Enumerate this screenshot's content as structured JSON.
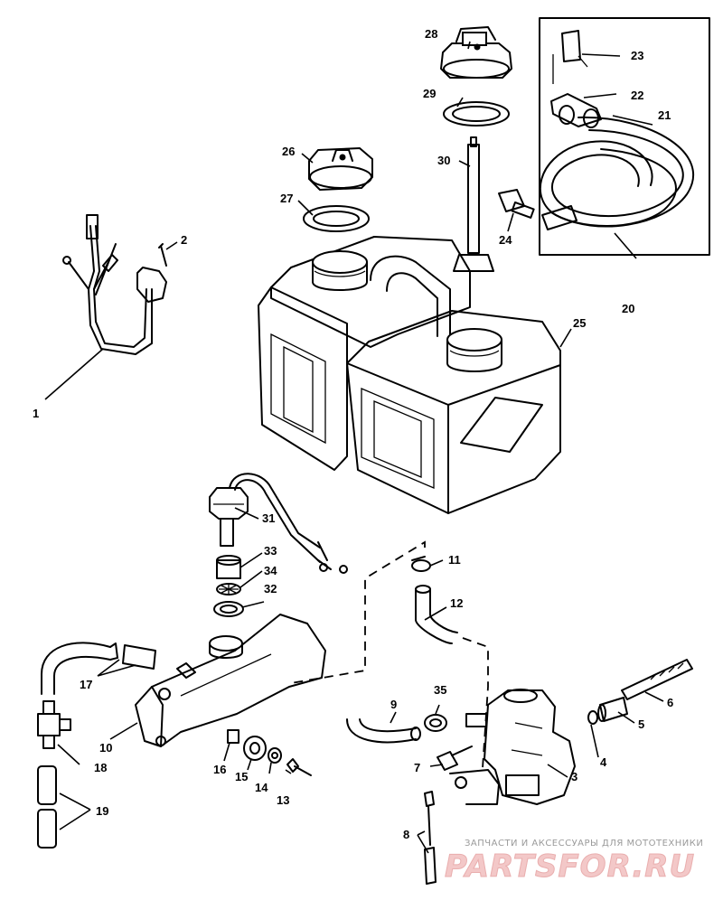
{
  "callouts": [
    "1",
    "2",
    "3",
    "4",
    "5",
    "6",
    "7",
    "8",
    "9",
    "10",
    "11",
    "12",
    "13",
    "14",
    "15",
    "16",
    "17",
    "18",
    "19",
    "20",
    "21",
    "22",
    "23",
    "24",
    "25",
    "26",
    "27",
    "28",
    "29",
    "30",
    "31",
    "32",
    "33",
    "34",
    "35"
  ],
  "watermark": {
    "tagline": "ЗАПЧАСТИ И АКСЕССУАРЫ ДЛЯ МОТОТЕХНИКИ",
    "brand": "PARTSFOR.RU"
  }
}
